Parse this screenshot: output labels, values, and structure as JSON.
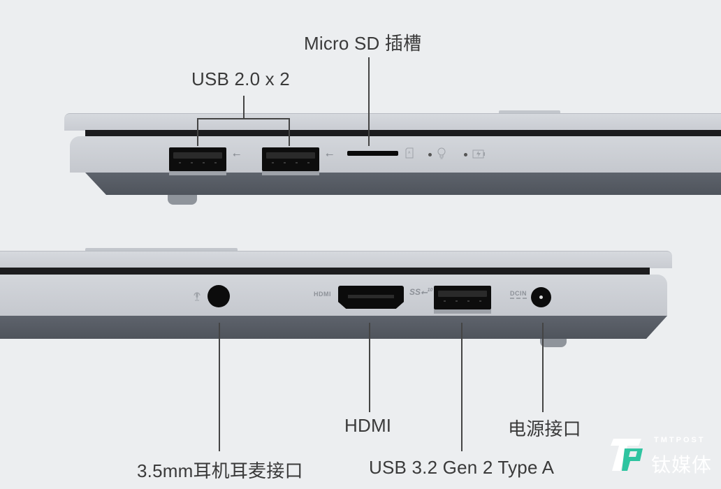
{
  "image": {
    "description": "Laptop port layout diagram: left side (top) and right side (bottom) views with callout labels",
    "background_color": "#eceef0",
    "chassis_color": "#cfd2d7",
    "base_color": "#565b63"
  },
  "top_view": {
    "labels": {
      "usb2": "USB 2.0 x 2",
      "microsd": "Micro SD 插槽"
    },
    "ports": [
      {
        "name": "USB 2.0 Type-A",
        "icon": "usb-icon"
      },
      {
        "name": "USB 2.0 Type-A",
        "icon": "usb-icon"
      },
      {
        "name": "Micro SD card slot",
        "icon": "sd-card-icon"
      }
    ],
    "indicators": [
      {
        "name": "power indicator",
        "icon": "lightbulb-icon"
      },
      {
        "name": "battery charging indicator",
        "icon": "battery-charging-icon"
      }
    ]
  },
  "bottom_view": {
    "labels": {
      "audio": "3.5mm耳机耳麦接口",
      "hdmi": "HDMI",
      "usb32": "USB 3.2 Gen 2 Type A",
      "power": "电源接口"
    },
    "port_markings": {
      "hdmi": "HDMI",
      "usb": "SS10",
      "dcin": "DCIN"
    }
  },
  "watermark": {
    "brand_en": "TMTPOST",
    "brand_cn": "钛媒体",
    "accent_color": "#2ec4a0"
  }
}
